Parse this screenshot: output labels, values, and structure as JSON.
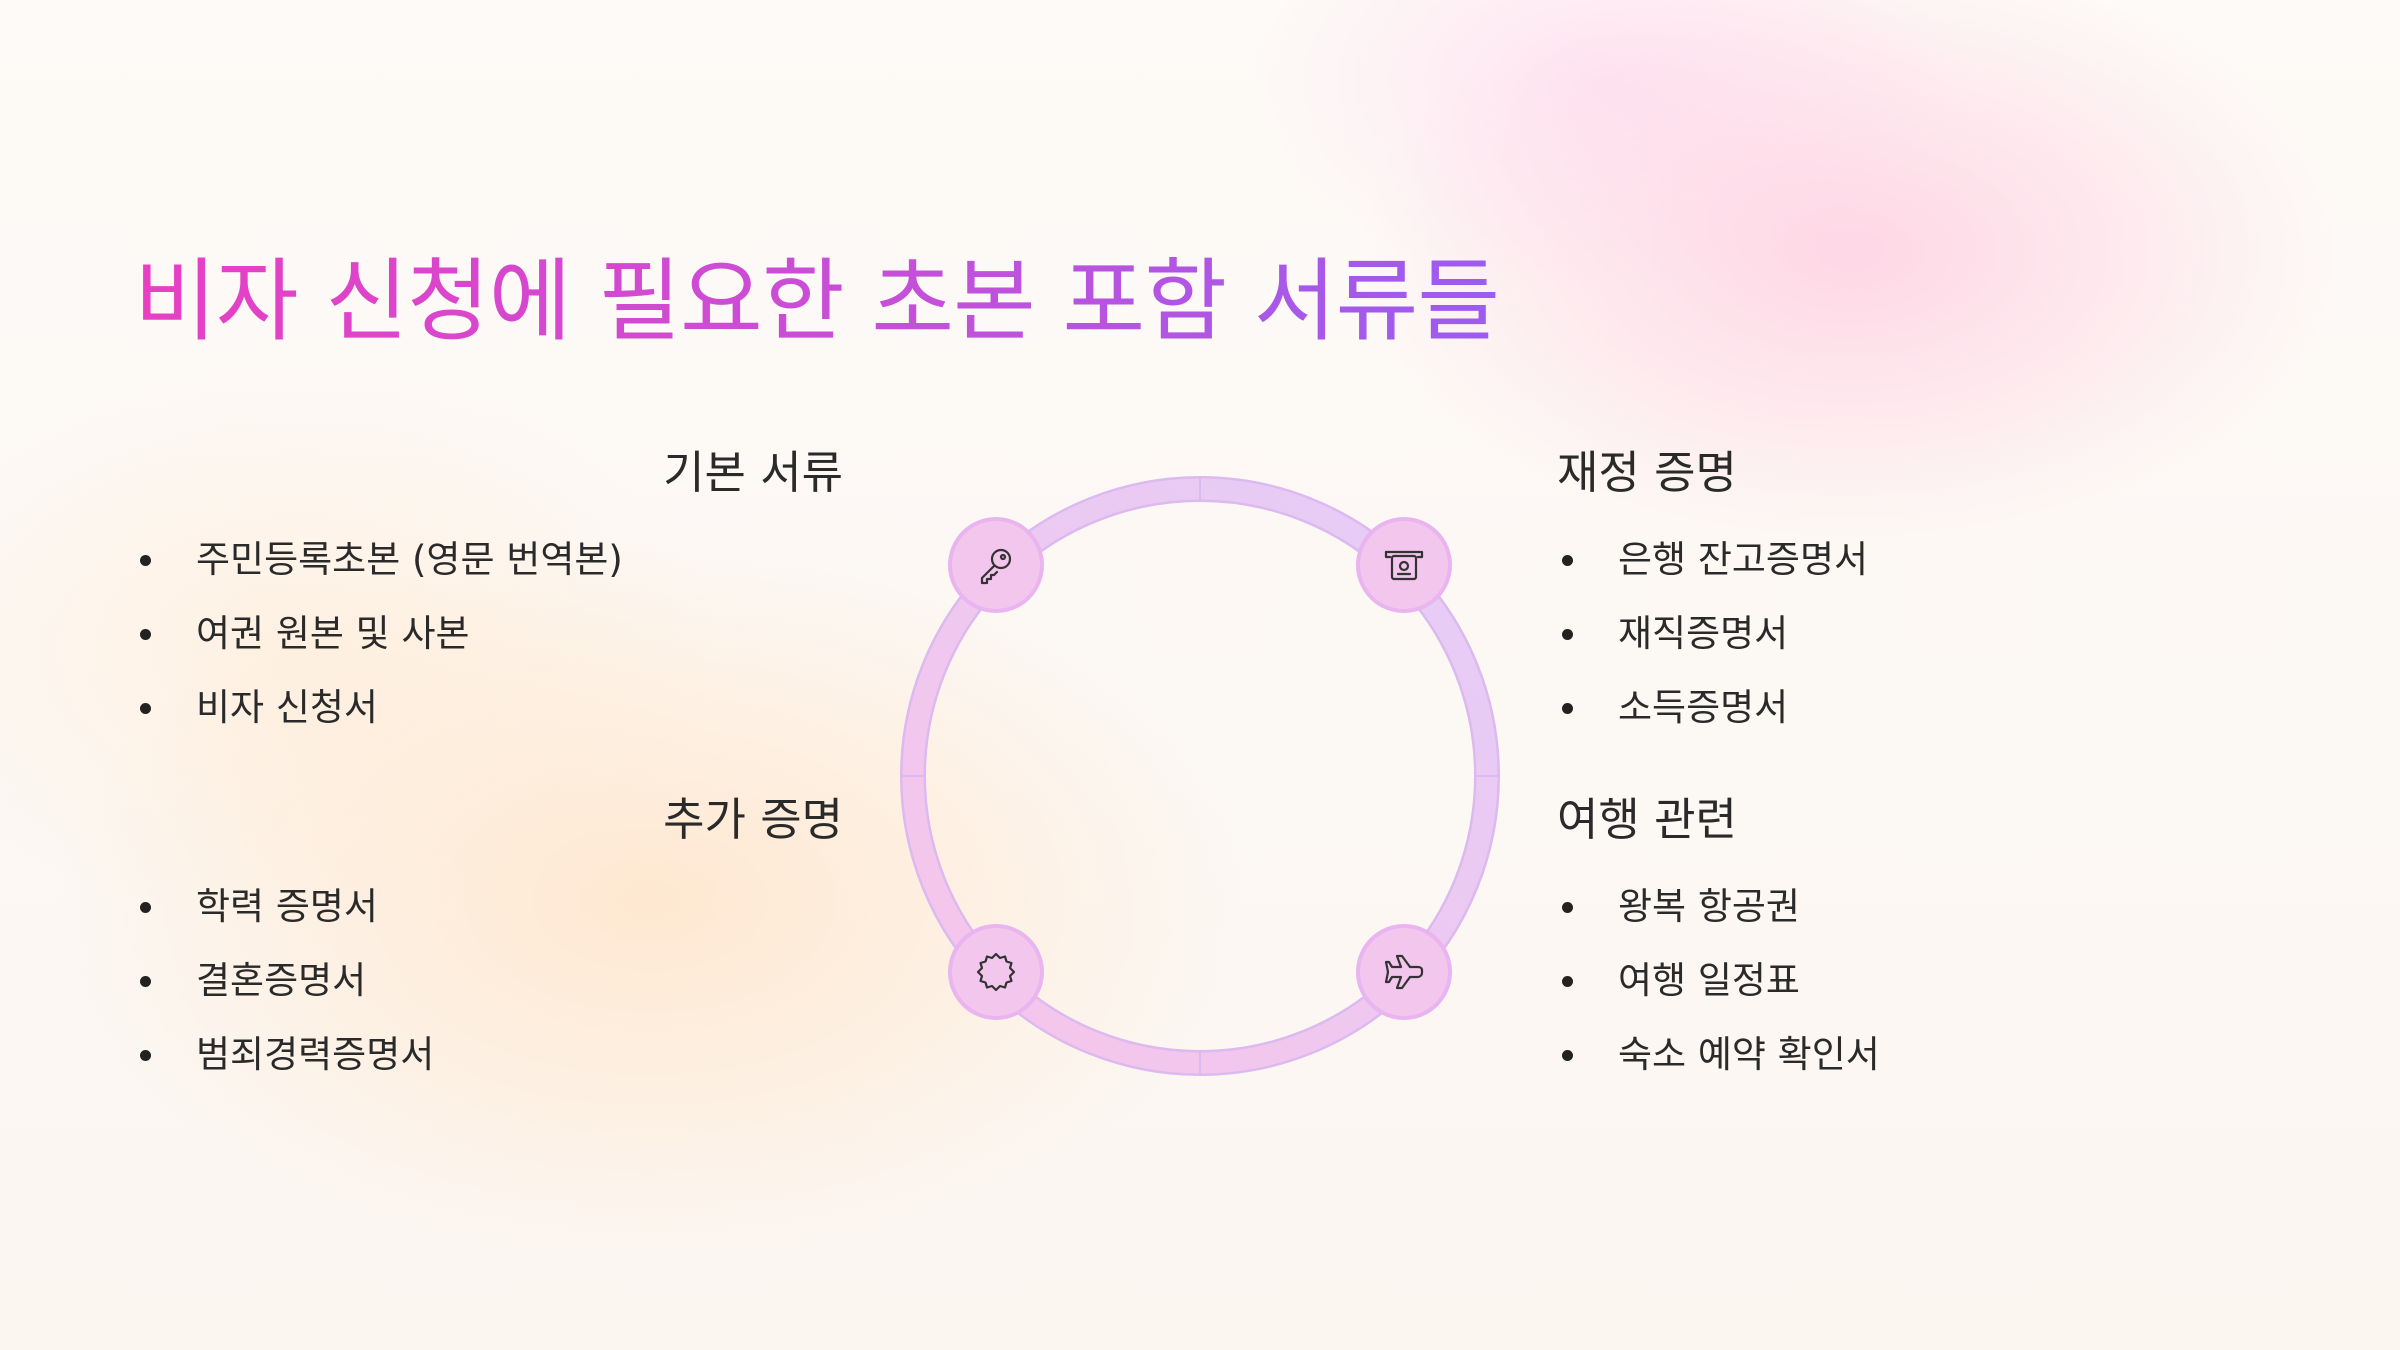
{
  "title": "비자 신청에 필요한 초본 포함 서류들",
  "sections": [
    {
      "heading": "기본 서류",
      "icon": "key-icon",
      "items": [
        "주민등록초본 (영문 번역본)",
        "여권 원본 및 사본",
        "비자 신청서"
      ]
    },
    {
      "heading": "재정 증명",
      "icon": "atm-icon",
      "items": [
        "은행 잔고증명서",
        "재직증명서",
        "소득증명서"
      ]
    },
    {
      "heading": "추가 증명",
      "icon": "badge-icon",
      "items": [
        "학력 증명서",
        "결혼증명서",
        "범죄경력증명서"
      ]
    },
    {
      "heading": "여행 관련",
      "icon": "airplane-icon",
      "items": [
        "왕복 항공권",
        "여행 일정표",
        "숙소 예약 확인서"
      ]
    }
  ],
  "colors": {
    "title_gradient_start": "#e83fc4",
    "title_gradient_end": "#9b5cf0",
    "ring_pink": "#f6c6ec",
    "ring_lavender": "#e6cdf6",
    "node_fill": "#f3c6ee",
    "text": "#2a2a2a"
  }
}
